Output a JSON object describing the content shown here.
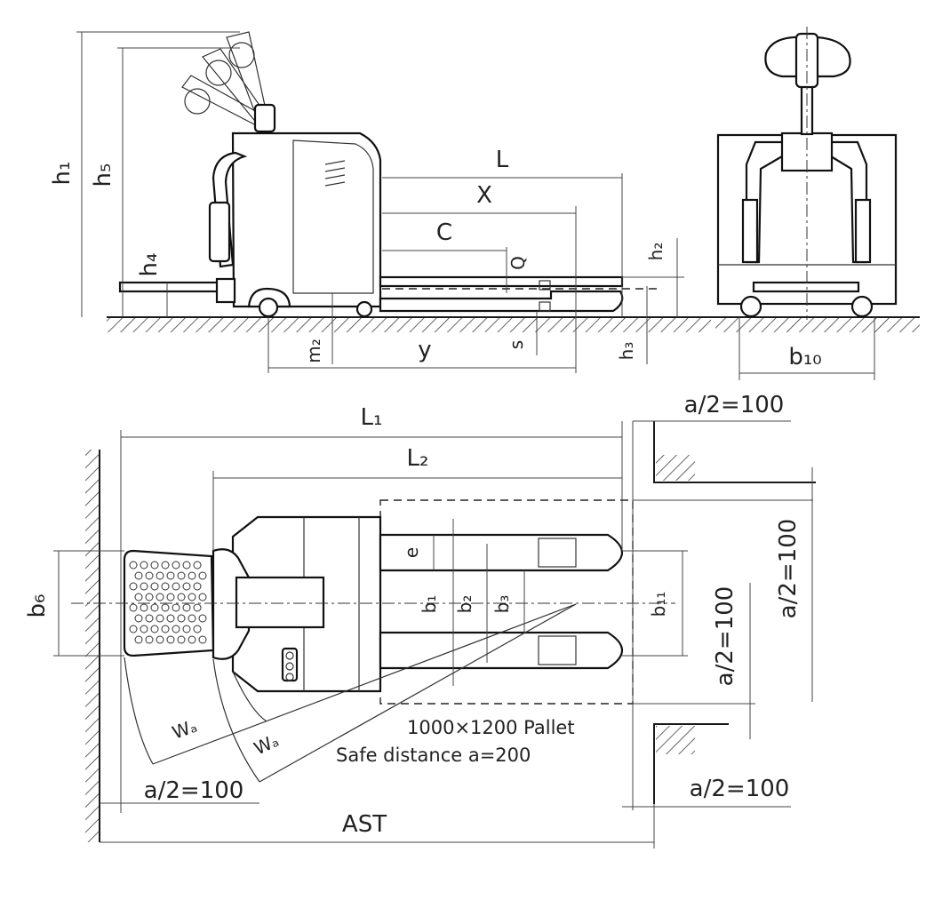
{
  "labels": {
    "h1": "h₁",
    "h5": "h₅",
    "h4": "h₄",
    "h2": "h₂",
    "h3": "h₃",
    "L": "L",
    "X": "X",
    "C": "C",
    "Q": "Q",
    "m2": "m₂",
    "y": "y",
    "s": "s",
    "b10": "b₁₀",
    "L1": "L₁",
    "L2": "L₂",
    "b6": "b₆",
    "e": "e",
    "b1": "b₁",
    "b2": "b₂",
    "b3": "b₃",
    "b11": "b₁₁",
    "Wa_outer": "Wₐ",
    "Wa_inner": "Wₐ",
    "AST": "AST",
    "a2_top_right": "a/2=100",
    "a2_right_upper": "a/2=100",
    "a2_right_lower": "a/2=100",
    "a2_bottom_left": "a/2=100",
    "a2_bottom_right": "a/2=100"
  },
  "notes": {
    "pallet": "1000×1200 Pallet",
    "safe_distance": "Safe distance a=200"
  }
}
